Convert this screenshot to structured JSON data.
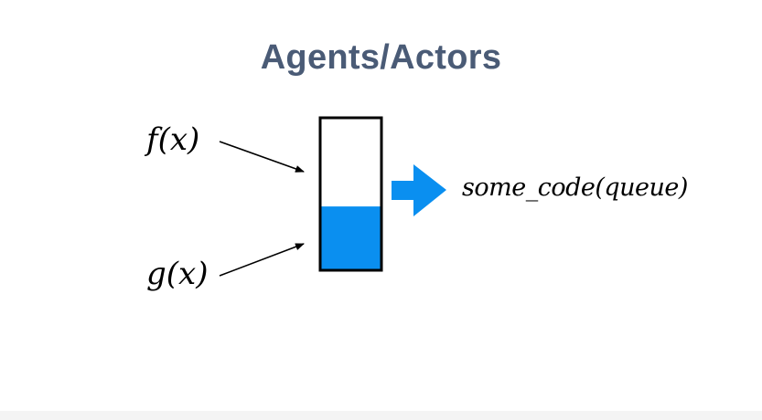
{
  "slide": {
    "title": "Agents/Actors"
  },
  "inputs": [
    {
      "label": "f(x)"
    },
    {
      "label": "g(x)"
    }
  ],
  "output": {
    "label": "some_code(queue)"
  },
  "queue": {
    "fill_fraction": 0.42
  },
  "colors": {
    "title": "#4a5b76",
    "accent": "#0a8ff0",
    "stroke": "#000000"
  }
}
